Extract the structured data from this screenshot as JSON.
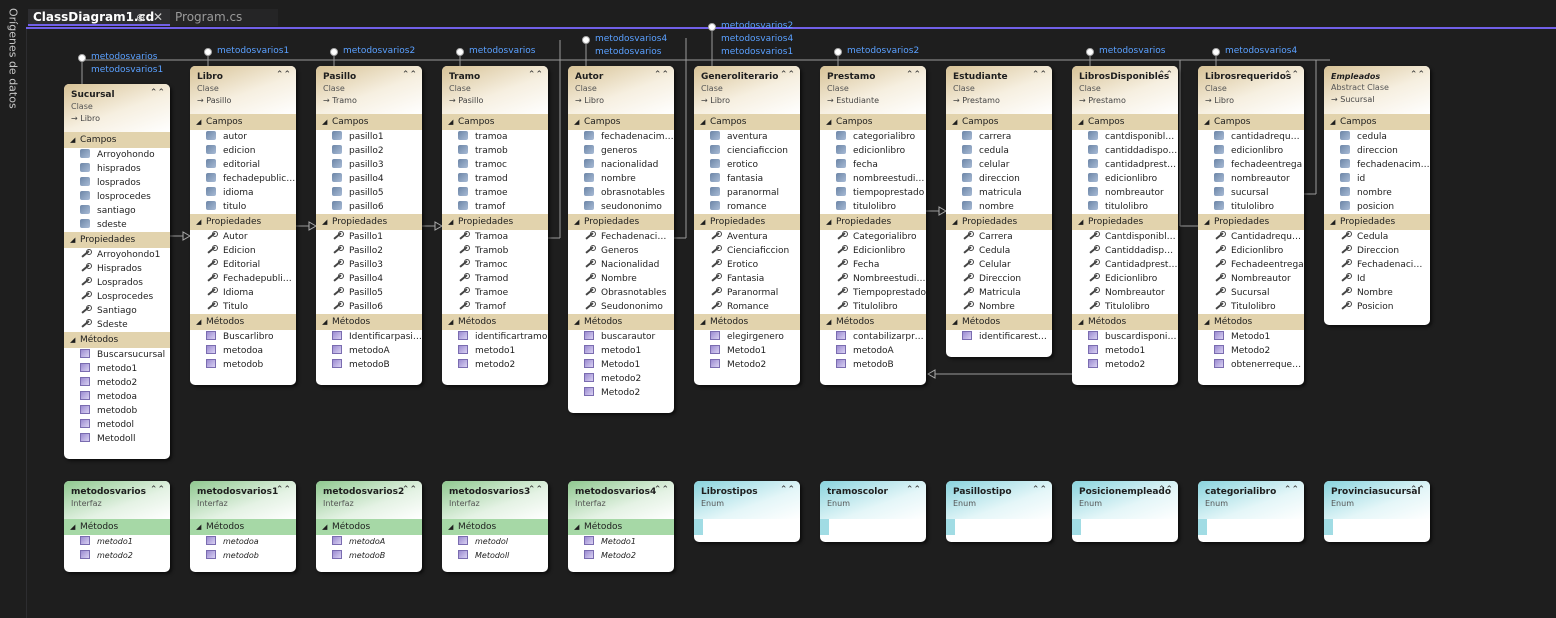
{
  "sidebar": {
    "label": "Orígenes de datos"
  },
  "tabs": [
    {
      "label": "ClassDiagram1.cd",
      "pin": "⊕",
      "close": "✕"
    },
    {
      "label": "Program.cs"
    }
  ],
  "colors": {
    "accent": "#7160e8",
    "class_header": "#d7c296",
    "interface_header": "#8fc88f",
    "enum_header": "#89d3dd"
  },
  "sections": {
    "fields": "Campos",
    "properties": "Propiedades",
    "methods": "Métodos"
  },
  "classes": [
    {
      "name": "Sucursal",
      "stereotype": "Clase",
      "base": "→ Libro",
      "fields": [
        "Arroyohondo",
        "hisprados",
        "losprados",
        "losprocedes",
        "santiago",
        "sdeste"
      ],
      "properties": [
        "Arroyohondo1",
        "Hisprados",
        "Losprados",
        "Losprocedes",
        "Santiago",
        "Sdeste"
      ],
      "methods": [
        "Buscarsucursal",
        "metodo1",
        "metodo2",
        "metodoa",
        "metodob",
        "metodol",
        "Metodoll"
      ]
    },
    {
      "name": "Libro",
      "stereotype": "Clase",
      "base": "→ Pasillo",
      "fields": [
        "autor",
        "edicion",
        "editorial",
        "fechadepublica...",
        "idioma",
        "titulo"
      ],
      "properties": [
        "Autor",
        "Edicion",
        "Editorial",
        "Fechadepublica...",
        "Idioma",
        "Titulo"
      ],
      "methods": [
        "Buscarlibro",
        "metodoa",
        "metodob"
      ]
    },
    {
      "name": "Pasillo",
      "stereotype": "Clase",
      "base": "→ Tramo",
      "fields": [
        "pasillo1",
        "pasillo2",
        "pasillo3",
        "pasillo4",
        "pasillo5",
        "pasillo6"
      ],
      "properties": [
        "Pasillo1",
        "Pasillo2",
        "Pasillo3",
        "Pasillo4",
        "Pasillo5",
        "Pasillo6"
      ],
      "methods": [
        "Identificarpasillo",
        "metodoA",
        "metodoB"
      ]
    },
    {
      "name": "Tramo",
      "stereotype": "Clase",
      "base": "→ Pasillo",
      "fields": [
        "tramoa",
        "tramob",
        "tramoc",
        "tramod",
        "tramoe",
        "tramof"
      ],
      "properties": [
        "Tramoa",
        "Tramob",
        "Tramoc",
        "Tramod",
        "Tramoe",
        "Tramof"
      ],
      "methods": [
        "identificartramo",
        "metodo1",
        "metodo2"
      ]
    },
    {
      "name": "Autor",
      "stereotype": "Clase",
      "base": "→ Libro",
      "fields": [
        "fechadenacimie...",
        "generos",
        "nacionalidad",
        "nombre",
        "obrasnotables",
        "seudononimo"
      ],
      "properties": [
        "Fechadenacimi...",
        "Generos",
        "Nacionalidad",
        "Nombre",
        "Obrasnotables",
        "Seudononimo"
      ],
      "methods": [
        "buscarautor",
        "metodo1",
        "Metodo1",
        "metodo2",
        "Metodo2"
      ]
    },
    {
      "name": "Generoliterario",
      "stereotype": "Clase",
      "base": "→ Libro",
      "fields": [
        "aventura",
        "cienciaficcion",
        "erotico",
        "fantasia",
        "paranormal",
        "romance"
      ],
      "properties": [
        "Aventura",
        "Cienciaficcion",
        "Erotico",
        "Fantasia",
        "Paranormal",
        "Romance"
      ],
      "methods": [
        "elegirgenero",
        "Metodo1",
        "Metodo2"
      ]
    },
    {
      "name": "Prestamo",
      "stereotype": "Clase",
      "base": "→ Estudiante",
      "fields": [
        "categorialibro",
        "edicionlibro",
        "fecha",
        "nombreestudia...",
        "tiempoprestado",
        "titulolibro"
      ],
      "properties": [
        "Categorialibro",
        "Edicionlibro",
        "Fecha",
        "Nombreestudia...",
        "Tiempoprestado",
        "Titulolibro"
      ],
      "methods": [
        "contabilizarpre...",
        "metodoA",
        "metodoB"
      ]
    },
    {
      "name": "Estudiante",
      "stereotype": "Clase",
      "base": "→ Prestamo",
      "fields": [
        "carrera",
        "cedula",
        "celular",
        "direccion",
        "matricula",
        "nombre"
      ],
      "properties": [
        "Carrera",
        "Cedula",
        "Celular",
        "Direccion",
        "Matricula",
        "Nombre"
      ],
      "methods": [
        "identificarestud..."
      ]
    },
    {
      "name": "LibrosDisponibles",
      "stereotype": "Clase",
      "base": "→ Prestamo",
      "fields": [
        "cantdisponibler...",
        "cantiddadispon...",
        "cantidadprestada",
        "edicionlibro",
        "nombreautor",
        "titulolibro"
      ],
      "properties": [
        "Cantdisponible...",
        "Cantiddadispo...",
        "Cantidadpresta...",
        "Edicionlibro",
        "Nombreautor",
        "Titulolibro"
      ],
      "methods": [
        "buscardisponib...",
        "metodo1",
        "metodo2"
      ]
    },
    {
      "name": "Librosrequeridos",
      "stereotype": "Clase",
      "base": "→ Libro",
      "fields": [
        "cantidadrequeri...",
        "edicionlibro",
        "fechadeentrega",
        "nombreautor",
        "sucursal",
        "titulolibro"
      ],
      "properties": [
        "Cantidadrequer...",
        "Edicionlibro",
        "Fechadeentrega",
        "Nombreautor",
        "Sucursal",
        "Titulolibro"
      ],
      "methods": [
        "Metodo1",
        "Metodo2",
        "obtenerrequeri..."
      ]
    },
    {
      "name": "Empleados",
      "stereotype": "Abstract Clase",
      "base": "→ Sucursal",
      "abstract": true,
      "fields": [
        "cedula",
        "direccion",
        "fechadenacimie...",
        "id",
        "nombre",
        "posicion"
      ],
      "properties": [
        "Cedula",
        "Direccion",
        "Fechadenacimi...",
        "Id",
        "Nombre",
        "Posicion"
      ],
      "methods": []
    }
  ],
  "interfaces": [
    {
      "name": "metodosvarios",
      "stereotype": "Interfaz",
      "methods": [
        "metodo1",
        "metodo2"
      ]
    },
    {
      "name": "metodosvarios1",
      "stereotype": "Interfaz",
      "methods": [
        "metodoa",
        "metodob"
      ]
    },
    {
      "name": "metodosvarios2",
      "stereotype": "Interfaz",
      "methods": [
        "metodoA",
        "metodoB"
      ]
    },
    {
      "name": "metodosvarios3",
      "stereotype": "Interfaz",
      "methods": [
        "metodol",
        "Metodoll"
      ]
    },
    {
      "name": "metodosvarios4",
      "stereotype": "Interfaz",
      "methods": [
        "Metodo1",
        "Metodo2"
      ]
    }
  ],
  "enums": [
    {
      "name": "Librostipos",
      "stereotype": "Enum"
    },
    {
      "name": "tramoscolor",
      "stereotype": "Enum"
    },
    {
      "name": "Pasillostipo",
      "stereotype": "Enum"
    },
    {
      "name": "Posicionempleado",
      "stereotype": "Enum"
    },
    {
      "name": "categorialibro",
      "stereotype": "Enum"
    },
    {
      "name": "Provinciasucursal",
      "stereotype": "Enum"
    }
  ],
  "lollipops": [
    {
      "labels": [
        "metodosvarios",
        "metodosvarios1"
      ]
    },
    {
      "labels": [
        "metodosvarios1"
      ]
    },
    {
      "labels": [
        "metodosvarios2"
      ]
    },
    {
      "labels": [
        "metodosvarios"
      ]
    },
    {
      "labels": [
        "metodosvarios4",
        "metodosvarios"
      ]
    },
    {
      "labels": [
        "metodosvarios2",
        "metodosvarios4",
        "metodosvarios1"
      ]
    },
    {
      "labels": [
        "metodosvarios2"
      ]
    },
    {
      "labels": [
        "metodosvarios"
      ]
    },
    {
      "labels": [
        "metodosvarios4"
      ]
    }
  ],
  "glyphs": {
    "collapse": "⌃⌃",
    "section_open": "◢"
  }
}
